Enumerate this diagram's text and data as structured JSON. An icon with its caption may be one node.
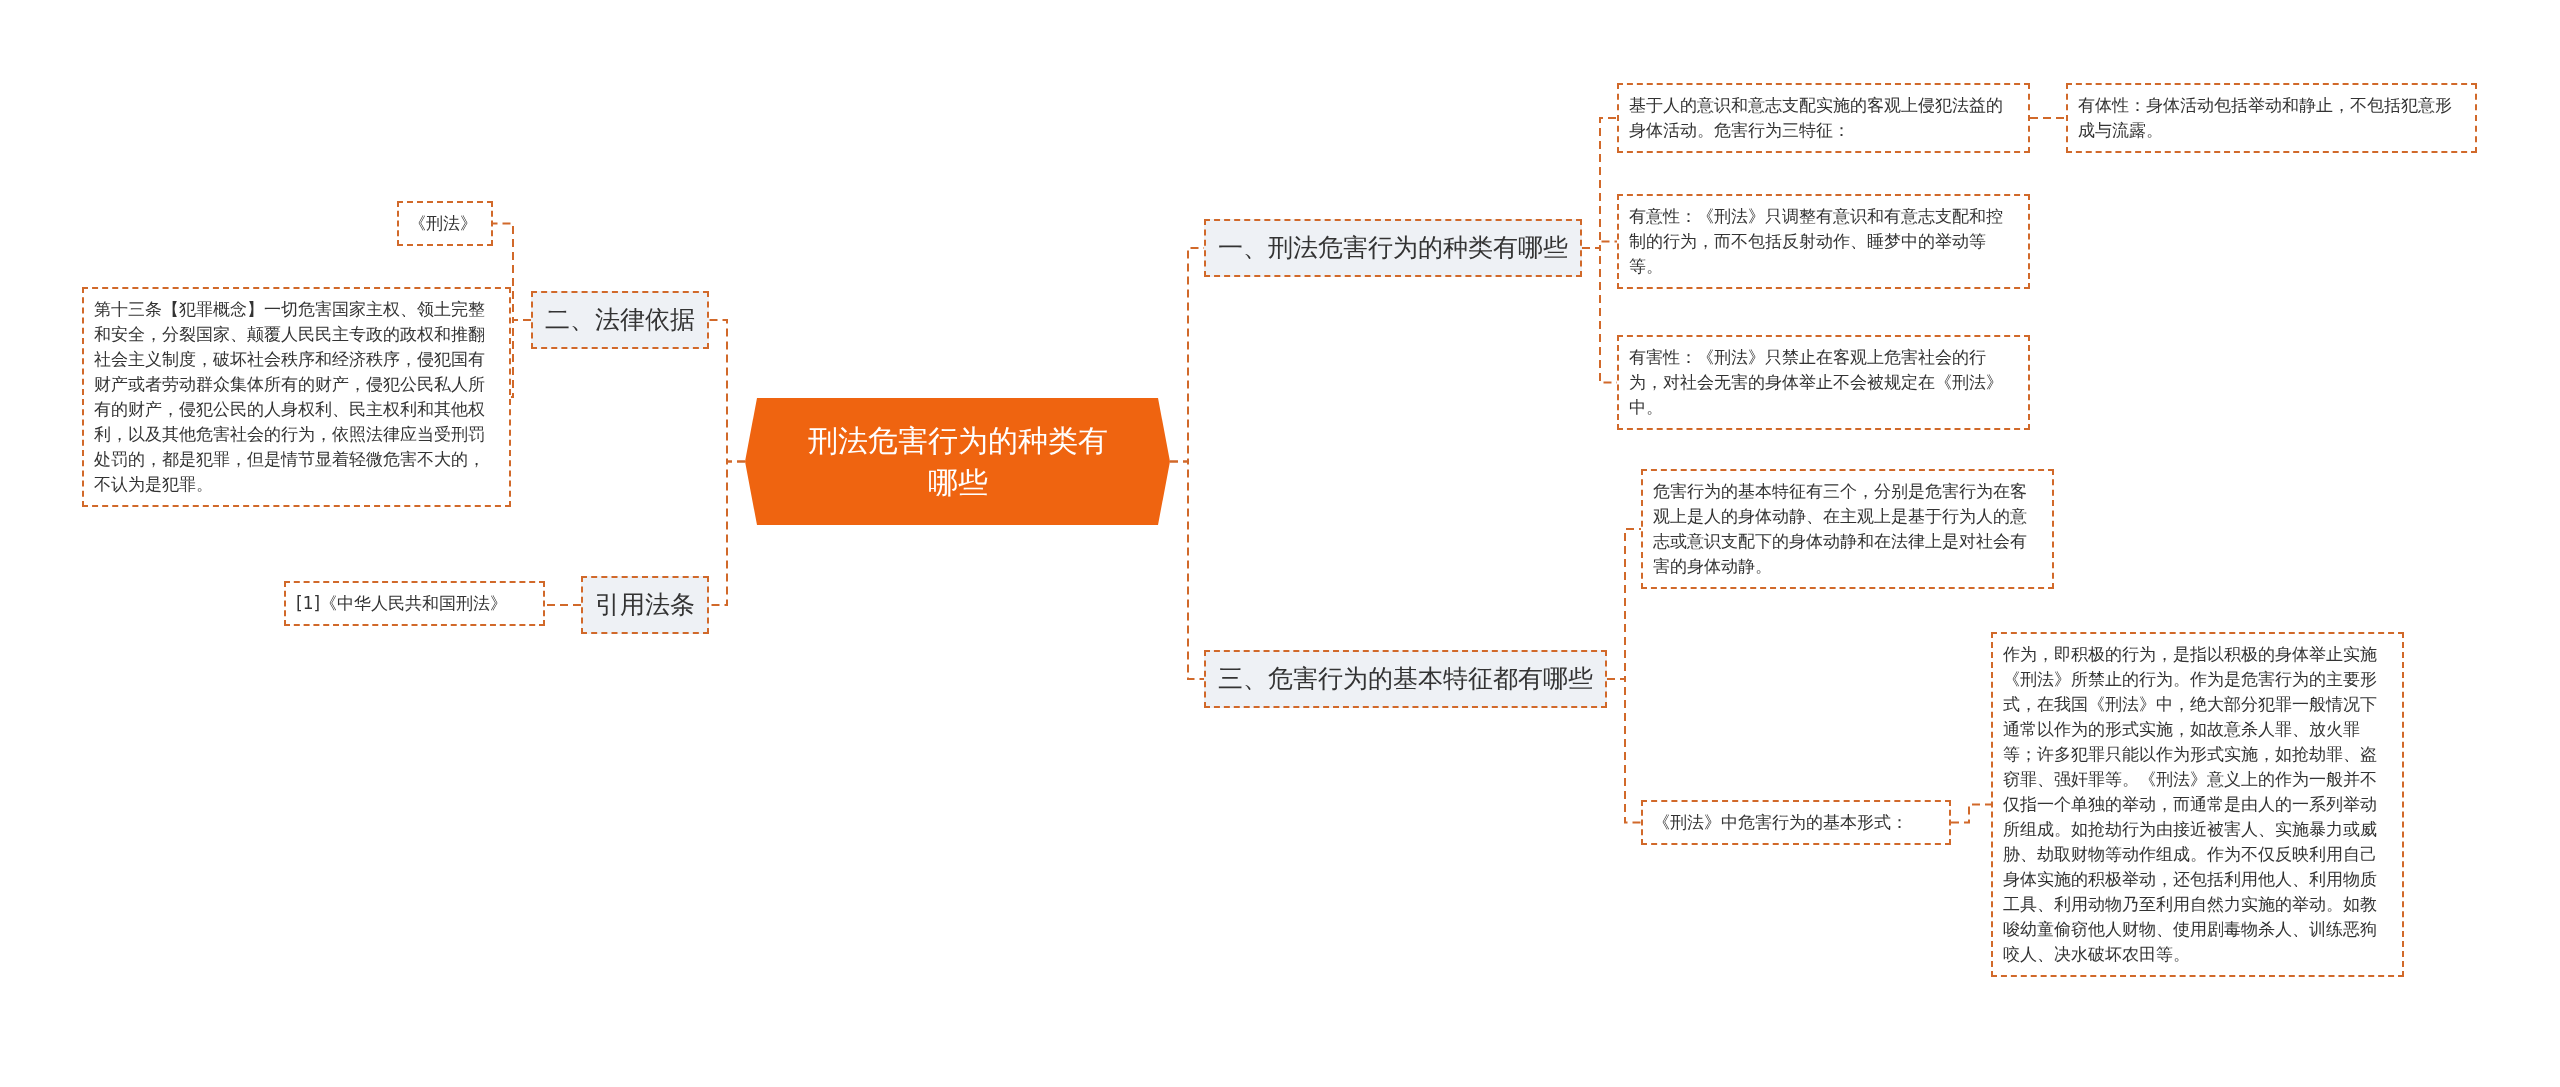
{
  "diagram": {
    "nodes": [
      {
        "text": [
          "刑法危害行为的种类有哪些"
        ]
      },
      {
        "text": [
          "二、法律依据"
        ]
      },
      {
        "text": [
          "《刑法》"
        ]
      },
      {
        "text": [
          "第十三条【犯罪概念】一切危害国家主权、领土完整和安全，分裂国家、颠覆人民民主专政的政权和推翻社会主义制度，破坏社会秩序和经济秩序，侵犯国有财产或者劳动群众集体所有的财产，侵犯公民私人所有的财产，侵犯公民的人身权利、民主权利和其他权利，以及其他危害社会的行为，依照法律应当受刑罚处罚的，都是犯罪，但是情节显着轻微危害不大的，不认为是犯罪。"
        ]
      },
      {
        "text": [
          "引用法条"
        ]
      },
      {
        "text": [
          "[1]《中华人民共和国刑法》"
        ]
      },
      {
        "text": [
          "一、刑法危害行为的种类有哪些"
        ]
      },
      {
        "text": [
          "基于人的意识和意志支配实施的客观上侵犯法益的身体活动。危害行为三特征："
        ]
      },
      {
        "text": [
          "有体性：身体活动包括举动和静止，不包括犯意形成与流露。"
        ]
      },
      {
        "text": [
          "有意性：《刑法》只调整有意识和有意志支配和控制的行为，而不包括反射动作、睡梦中的举动等等。"
        ]
      },
      {
        "text": [
          "有害性：《刑法》只禁止在客观上危害社会的行为，对社会无害的身体举止不会被规定在《刑法》中。"
        ]
      },
      {
        "text": [
          "三、危害行为的基本特征都有哪些"
        ]
      },
      {
        "text": [
          "危害行为的基本特征有三个，分别是危害行为在客观上是人的身体动静、在主观上是基于行为人的意志或意识支配下的身体动静和在法律上是对社会有害的身体动静。"
        ]
      },
      {
        "text": [
          "《刑法》中危害行为的基本形式："
        ]
      },
      {
        "text": [
          "作为，即积极的行为，是指以积极的身体举止实施《刑法》所禁止的行为。作为是危害行为的主要形式，在我国《刑法》中，绝大部分犯罪一般情况下通常以作为的形式实施，如故意杀人罪、放火罪等；许多犯罪只能以作为形式实施，如抢劫罪、盗窃罪、强奸罪等。《刑法》意义上的作为一般并不仅指一个单独的举动，而通常是由人的一系列举动所组成。如抢劫行为由接近被害人、实施暴力或威胁、劫取财物等动作组成。作为不仅反映利用自己身体实施的积极举动，还包括利用他人、利用物质工具、利用动物乃至利用自然力实施的举动。如教唆幼童偷窃他人财物、使用剧毒物杀人、训练恶狗咬人、决水破坏农田等。"
        ]
      }
    ],
    "edges": [
      {
        "from": 0,
        "to": 1,
        "arrow": "none",
        "style": "dashed"
      },
      {
        "from": 1,
        "to": 2,
        "arrow": "none",
        "style": "dashed"
      },
      {
        "from": 1,
        "to": 3,
        "arrow": "none",
        "style": "dashed"
      },
      {
        "from": 0,
        "to": 4,
        "arrow": "none",
        "style": "dashed"
      },
      {
        "from": 4,
        "to": 5,
        "arrow": "none",
        "style": "dashed"
      },
      {
        "from": 0,
        "to": 6,
        "arrow": "none",
        "style": "dashed"
      },
      {
        "from": 6,
        "to": 7,
        "arrow": "none",
        "style": "dashed"
      },
      {
        "from": 7,
        "to": 8,
        "arrow": "none",
        "style": "dashed"
      },
      {
        "from": 6,
        "to": 9,
        "arrow": "none",
        "style": "dashed"
      },
      {
        "from": 6,
        "to": 10,
        "arrow": "none",
        "style": "dashed"
      },
      {
        "from": 0,
        "to": 11,
        "arrow": "none",
        "style": "dashed"
      },
      {
        "from": 11,
        "to": 12,
        "arrow": "none",
        "style": "dashed"
      },
      {
        "from": 11,
        "to": 13,
        "arrow": "none",
        "style": "dashed"
      },
      {
        "from": 13,
        "to": 14,
        "arrow": "none",
        "style": "dashed"
      }
    ]
  }
}
